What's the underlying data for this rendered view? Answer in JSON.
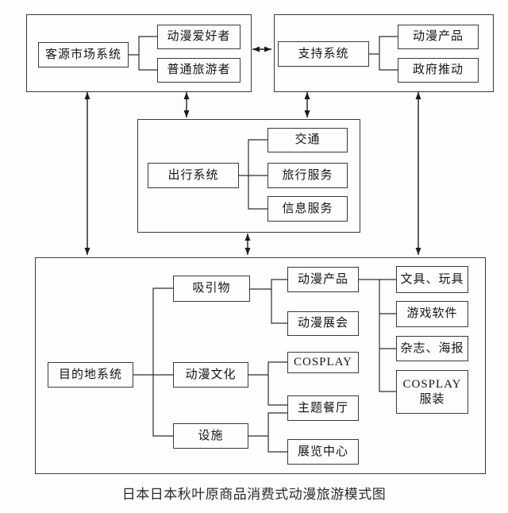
{
  "caption": "日本日本秋叶原商品消费式动漫旅游模式图",
  "palette": {
    "background": "#fefefe",
    "line": "#2e2e2e",
    "text": "#141414"
  },
  "systems": {
    "source_market": {
      "label": "客源市场系统",
      "members": [
        "动漫爱好者",
        "普通旅游者"
      ]
    },
    "support": {
      "label": "支持系统",
      "members": [
        "动漫产品",
        "政府推动"
      ]
    },
    "travel": {
      "label": "出行系统",
      "members": [
        "交通",
        "旅行服务",
        "信息服务"
      ]
    },
    "destination": {
      "label": "目的地系统",
      "categories": [
        "吸引物",
        "动漫文化",
        "设施"
      ],
      "items": [
        "动漫产品",
        "动漫展会",
        "COSPLAY",
        "主题餐厅",
        "展览中心"
      ],
      "products": [
        "文具、玩具",
        "游戏软件",
        "杂志、海报",
        "COSPLAY\n服装"
      ]
    }
  }
}
